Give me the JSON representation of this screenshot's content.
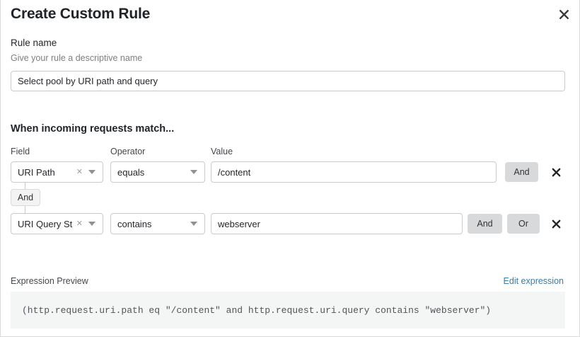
{
  "dialog": {
    "title": "Create Custom Rule",
    "close_label": "close-icon"
  },
  "rule_name": {
    "label": "Rule name",
    "helper": "Give your rule a descriptive name",
    "value": "Select pool by URI path and query",
    "placeholder": "Select pool by URI path and query"
  },
  "conditions": {
    "heading": "When incoming requests match...",
    "columns": {
      "field": "Field",
      "operator": "Operator",
      "value": "Value"
    },
    "connector": {
      "label": "And"
    },
    "rows": [
      {
        "field": "URI Path",
        "operator": "equals",
        "value": "/content",
        "value_placeholder": "/content",
        "buttons": [
          "And"
        ],
        "delete_label": "remove-condition"
      },
      {
        "field": "URI Query St...",
        "operator": "contains",
        "value": "webserver",
        "value_placeholder": "webserver",
        "buttons": [
          "And",
          "Or"
        ],
        "delete_label": "remove-condition"
      }
    ]
  },
  "expression": {
    "label": "Expression Preview",
    "edit_link": "Edit expression",
    "code": "(http.request.uri.path eq \"/content\" and http.request.uri.query contains \"webserver\")"
  },
  "colors": {
    "accent_link": "#3c7ba5",
    "button_bg": "#d7d9da",
    "code_bg": "#f4f5f5",
    "border": "#c8cbcd"
  }
}
